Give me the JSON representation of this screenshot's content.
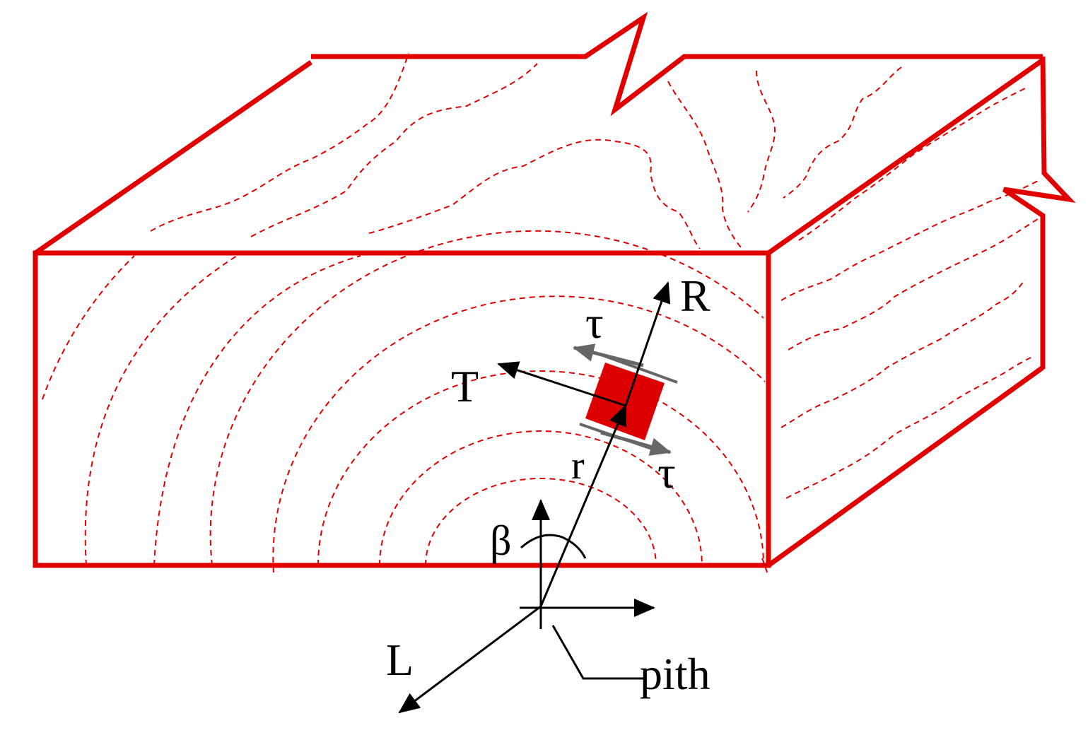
{
  "labels": {
    "radial": "R",
    "tangential": "T",
    "longitudinal": "L",
    "radius": "r",
    "angle": "β",
    "shear_upper": "τ",
    "shear_lower": "τ",
    "pith": "pith"
  },
  "colors": {
    "wood": "#e00000",
    "axes": "#000000",
    "shear": "#666666"
  }
}
